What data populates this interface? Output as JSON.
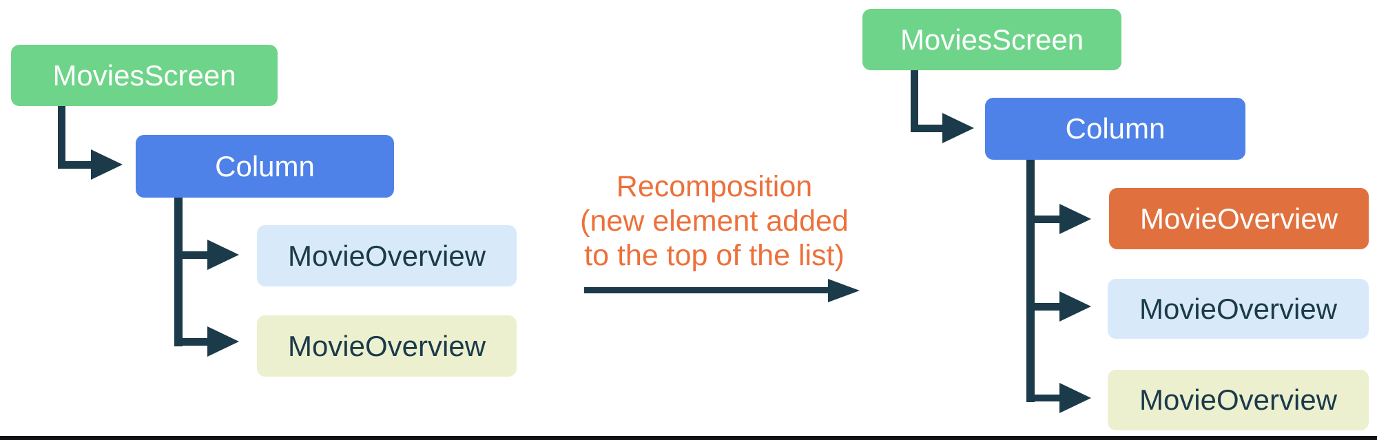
{
  "colors": {
    "connector": "#1B3A4A",
    "bottom_bar": "#101216",
    "background": "#FFFFFF"
  },
  "left_tree": {
    "nodes": [
      {
        "label": "MoviesScreen",
        "bg": "#6ED489",
        "fg": "#FFFFFF"
      },
      {
        "label": "Column",
        "bg": "#4E82E8",
        "fg": "#FFFFFF"
      },
      {
        "label": "MovieOverview",
        "bg": "#D8EAFA",
        "fg": "#1B3A4A"
      },
      {
        "label": "MovieOverview",
        "bg": "#ECF0CF",
        "fg": "#1B3A4A"
      }
    ]
  },
  "transition": {
    "lines": [
      "Recomposition",
      "(new element added",
      "to the top of the list)"
    ],
    "color": "#ED703B"
  },
  "right_tree": {
    "nodes": [
      {
        "label": "MoviesScreen",
        "bg": "#6ED489",
        "fg": "#FFFFFF"
      },
      {
        "label": "Column",
        "bg": "#4E82E8",
        "fg": "#FFFFFF"
      },
      {
        "label": "MovieOverview",
        "bg": "#E0713F",
        "fg": "#FFFFFF"
      },
      {
        "label": "MovieOverview",
        "bg": "#D8EAFA",
        "fg": "#1B3A4A"
      },
      {
        "label": "MovieOverview",
        "bg": "#ECF0CF",
        "fg": "#1B3A4A"
      }
    ]
  }
}
